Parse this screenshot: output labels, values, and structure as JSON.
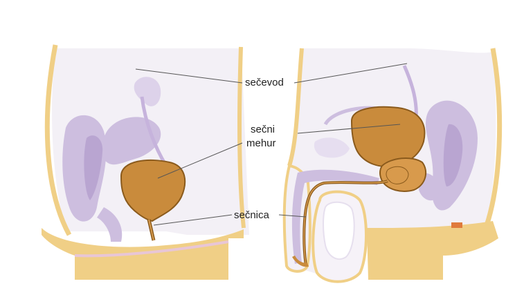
{
  "labels": {
    "ureter": "sečevod",
    "bladder_line1": "sečni",
    "bladder_line2": "mehur",
    "urethra": "sečnica"
  },
  "colors": {
    "background": "#ffffff",
    "body_fill": "#f3f0f6",
    "skin_yellow": "#f0cf86",
    "organ_purple": "#cdbedf",
    "organ_purple_dark": "#b9a5d1",
    "urinary_fill": "#c98b3c",
    "urinary_stroke": "#8a5a1c",
    "prostate": "#d89a4c",
    "leader_line": "#555555"
  }
}
